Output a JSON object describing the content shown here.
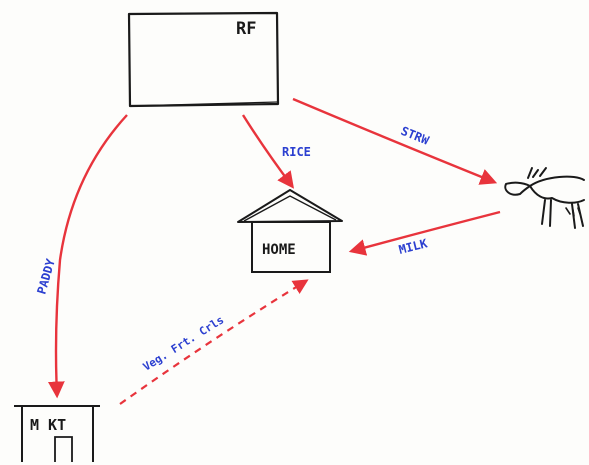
{
  "nodes": {
    "rf_label": "RF",
    "home_label": "HOME",
    "market_label": "M KT"
  },
  "flows": {
    "rice": "RICE",
    "straw": "STRW",
    "milk": "MILK",
    "paddy": "PADDY",
    "veg": "Veg. Frt. Crls"
  },
  "colors": {
    "ink": "#1a1a1a",
    "arrow": "#e8343c",
    "flow_text": "#2b3fd0"
  }
}
